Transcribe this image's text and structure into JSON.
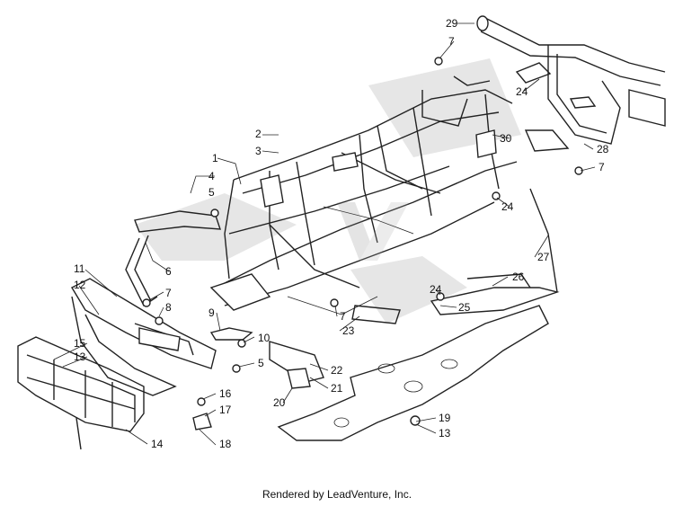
{
  "caption": "Rendered by LeadVenture, Inc.",
  "watermark_icon": "leadventure-logo-icon",
  "callouts": [
    {
      "num": "1"
    },
    {
      "num": "2"
    },
    {
      "num": "3"
    },
    {
      "num": "4"
    },
    {
      "num": "5"
    },
    {
      "num": "6"
    },
    {
      "num": "7"
    },
    {
      "num": "8"
    },
    {
      "num": "9"
    },
    {
      "num": "10"
    },
    {
      "num": "5"
    },
    {
      "num": "11"
    },
    {
      "num": "12"
    },
    {
      "num": "15"
    },
    {
      "num": "13"
    },
    {
      "num": "14"
    },
    {
      "num": "16"
    },
    {
      "num": "17"
    },
    {
      "num": "18"
    },
    {
      "num": "20"
    },
    {
      "num": "21"
    },
    {
      "num": "22"
    },
    {
      "num": "7"
    },
    {
      "num": "23"
    },
    {
      "num": "24"
    },
    {
      "num": "25"
    },
    {
      "num": "26"
    },
    {
      "num": "27"
    },
    {
      "num": "19"
    },
    {
      "num": "13"
    },
    {
      "num": "29"
    },
    {
      "num": "7"
    },
    {
      "num": "24"
    },
    {
      "num": "30"
    },
    {
      "num": "28"
    },
    {
      "num": "7"
    },
    {
      "num": "24"
    }
  ]
}
